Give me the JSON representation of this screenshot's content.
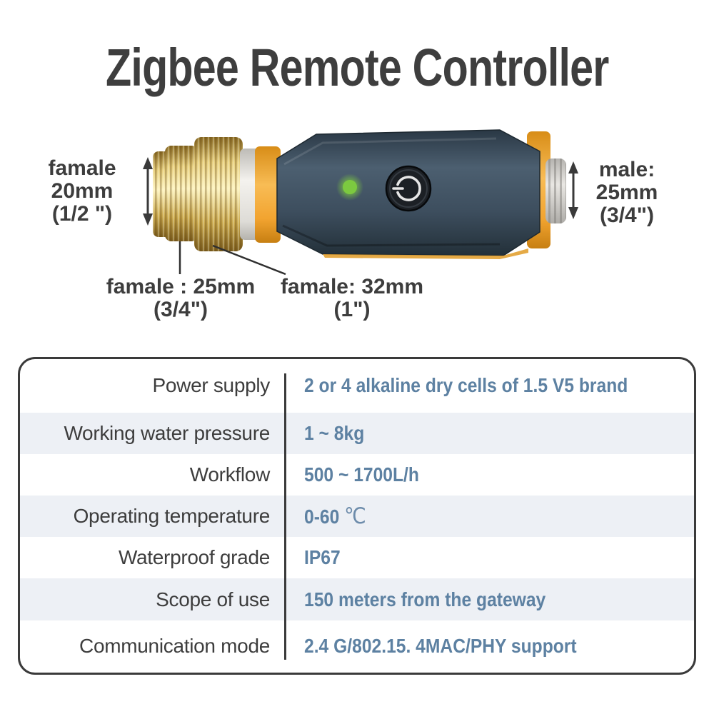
{
  "title": "Zigbee Remote Controller",
  "device": {
    "annotations": {
      "left": {
        "lines": [
          "famale",
          "20mm",
          "(1/2 \")"
        ]
      },
      "right": {
        "lines": [
          "male:",
          "25mm",
          "(3/4\")"
        ]
      },
      "bottom_left": {
        "lines": [
          "famale : 25mm",
          "(3/4\")"
        ]
      },
      "bottom_mid": {
        "lines": [
          "famale: 32mm",
          "(1\")"
        ]
      }
    },
    "icons": {
      "power_button": "power-icon",
      "led": "led-indicator"
    },
    "colors": {
      "brass_light": "#f7eab0",
      "brass_mid": "#d4b257",
      "brass_dark": "#8a6b24",
      "white_ring": "#e8e6e1",
      "orange": "#f2a430",
      "body_dark": "#2a3845",
      "body_mid": "#3d4e5e",
      "body_light": "#4c5f70",
      "led_green": "#7cc940",
      "button_black": "#1c2025",
      "thread_gray": "#d7d5d1",
      "annotation_text": "#3d3d3d",
      "arrow": "#3a3a3a"
    }
  },
  "specs": {
    "accent_value_color": "#5d81a2",
    "stripe_color": "#edf0f5",
    "border_color": "#3a3a3a",
    "rows": [
      {
        "label": "Power supply",
        "value": "2 or 4 alkaline dry cells of 1.5 V5 brand"
      },
      {
        "label": "Working water pressure",
        "value": "1 ~ 8kg"
      },
      {
        "label": "Workflow",
        "value": "500 ~ 1700L/h"
      },
      {
        "label": "Operating temperature",
        "value": "0-60",
        "value_suffix": "℃"
      },
      {
        "label": "Waterproof grade",
        "value": "IP67"
      },
      {
        "label": "Scope of use",
        "value": "150 meters from the gateway"
      },
      {
        "label": "Communication mode",
        "value": "2.4 G/802.15. 4MAC/PHY support"
      }
    ]
  }
}
